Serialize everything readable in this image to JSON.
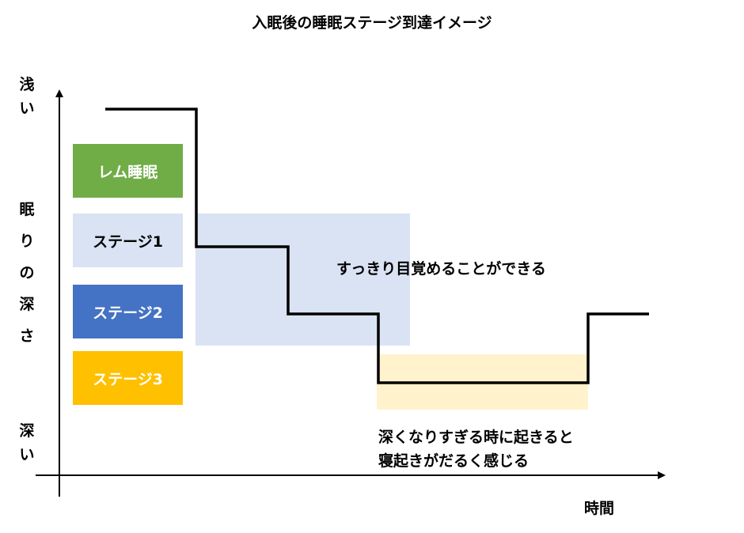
{
  "title": "入眠後の睡眠ステージ到達イメージ",
  "y_axis": {
    "top_label": [
      "浅",
      "い"
    ],
    "mid_label": [
      "眠",
      "り",
      "の",
      "深",
      "さ"
    ],
    "bottom_label": [
      "深",
      "い"
    ]
  },
  "x_axis": {
    "label": "時間"
  },
  "stages": [
    {
      "label": "レム睡眠",
      "color": "#70ad47",
      "text_color": "#ffffff"
    },
    {
      "label": "ステージ1",
      "color": "#dae3f3",
      "text_color": "#000000"
    },
    {
      "label": "ステージ2",
      "color": "#4472c4",
      "text_color": "#ffffff"
    },
    {
      "label": "ステージ3",
      "color": "#ffc000",
      "text_color": "#ffffff"
    }
  ],
  "regions": {
    "refresh": {
      "color": "#dae3f3"
    },
    "deep": {
      "color": "#fff2cc"
    }
  },
  "annotations": {
    "refresh_text": "すっきり目覚めることができる",
    "deep_text_line1": "深くなりすぎる時に起きると",
    "deep_text_line2": "寝起きがだるく感じる"
  }
}
